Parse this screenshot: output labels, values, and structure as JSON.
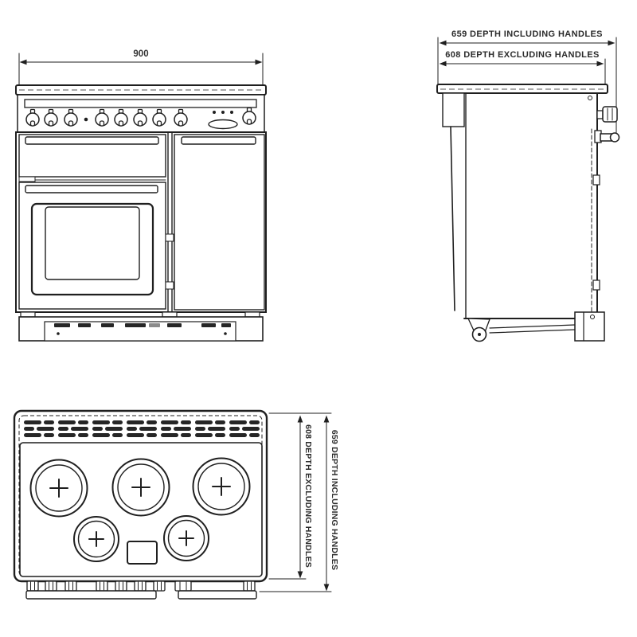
{
  "page": {
    "background": "#ffffff",
    "line_color": "#1f1f1f"
  },
  "front_view": {
    "width_dimension_label": "900",
    "knob_count": 9,
    "indicator_dot_count": 3
  },
  "side_view": {
    "depth_including_handles_label": "659 DEPTH INCLUDING HANDLES",
    "depth_excluding_handles_label": "608 DEPTH EXCLUDING HANDLES"
  },
  "top_view": {
    "depth_excluding_handles_label": "608 DEPTH EXCLUDING HANDLES",
    "depth_including_handles_label": "659 DEPTH INCLUDING HANDLES",
    "burner_count": 5
  }
}
